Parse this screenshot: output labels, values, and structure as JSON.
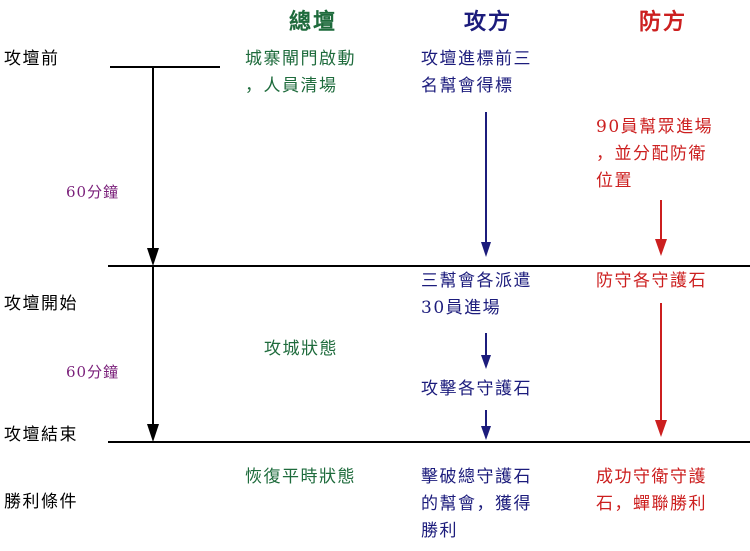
{
  "colors": {
    "main": "#1e6b3c",
    "attacker": "#1c1c7c",
    "defender": "#cc1f1f",
    "duration": "#7a1f7a",
    "line": "#000000"
  },
  "columns": {
    "main": "總壇",
    "attacker": "攻方",
    "defender": "防方"
  },
  "phases": {
    "before": "攻壇前",
    "start": "攻壇開始",
    "end": "攻壇結束",
    "victory": "勝利條件"
  },
  "durations": {
    "first": "60分鐘",
    "second": "60分鐘"
  },
  "main_events": {
    "before": [
      "城寨閘門啟動",
      "，人員清場"
    ],
    "during": "攻城狀態",
    "after": "恢復平時狀態"
  },
  "attacker_events": {
    "before": [
      "攻壇進標前三",
      "名幫會得標"
    ],
    "start": [
      "三幫會各派遣",
      "30員進場"
    ],
    "attack": "攻擊各守護石",
    "victory": [
      "擊破總守護石",
      "的幫會，獲得",
      "勝利"
    ]
  },
  "defender_events": {
    "before": [
      "90員幫眾進場",
      "，並分配防衛",
      "位置"
    ],
    "start": "防守各守護石",
    "victory": [
      "成功守衛守護",
      "石，蟬聯勝利"
    ]
  }
}
